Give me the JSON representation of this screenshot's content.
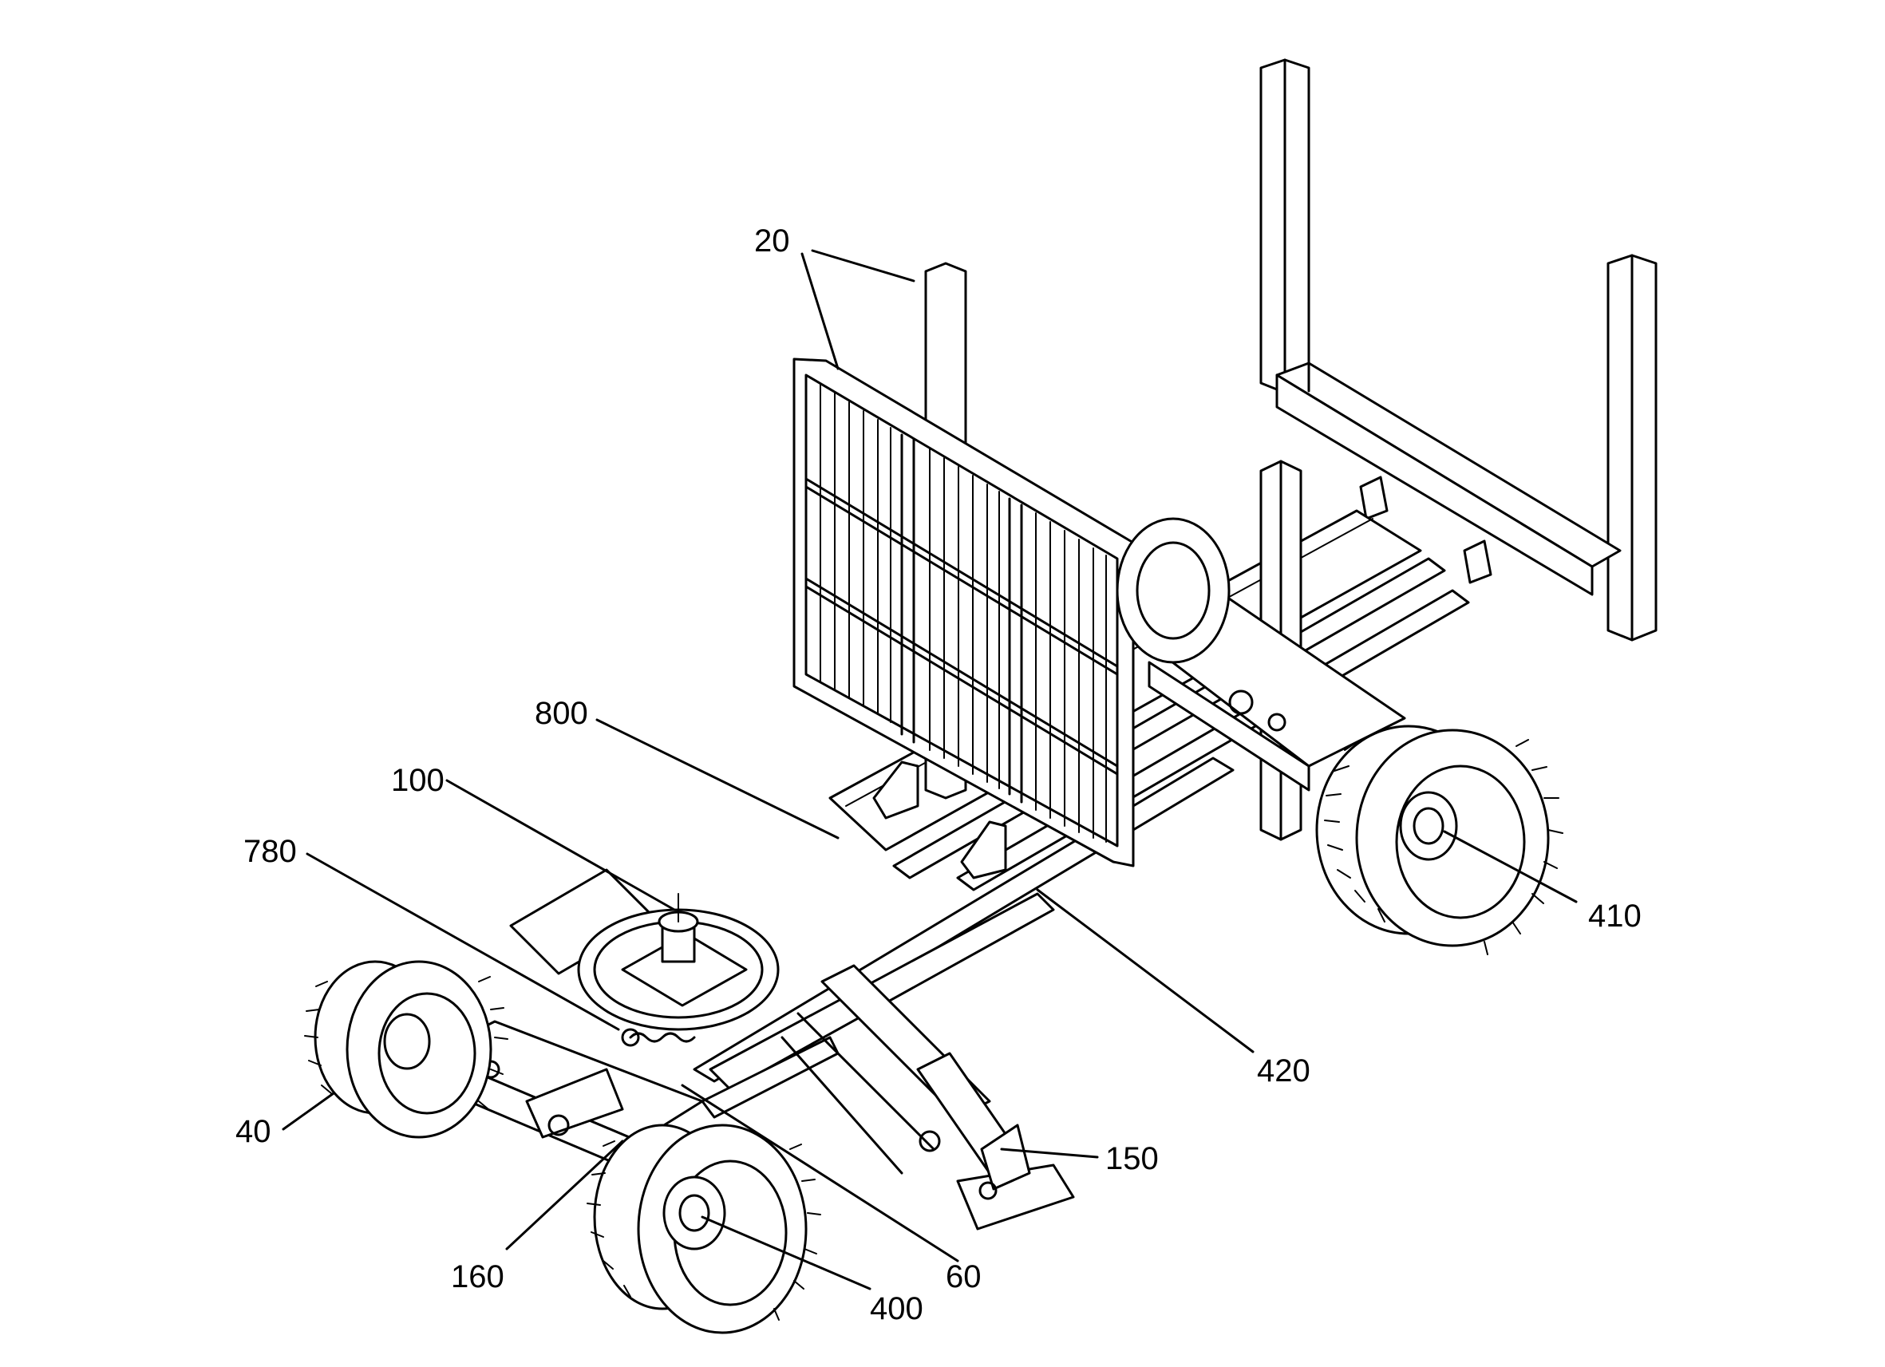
{
  "labels": [
    {
      "id": "20",
      "text": "20"
    },
    {
      "id": "800",
      "text": "800"
    },
    {
      "id": "100",
      "text": "100"
    },
    {
      "id": "780",
      "text": "780"
    },
    {
      "id": "410",
      "text": "410"
    },
    {
      "id": "420",
      "text": "420"
    },
    {
      "id": "150",
      "text": "150"
    },
    {
      "id": "40",
      "text": "40"
    },
    {
      "id": "160",
      "text": "160"
    },
    {
      "id": "60",
      "text": "60"
    },
    {
      "id": "400",
      "text": "400"
    }
  ]
}
